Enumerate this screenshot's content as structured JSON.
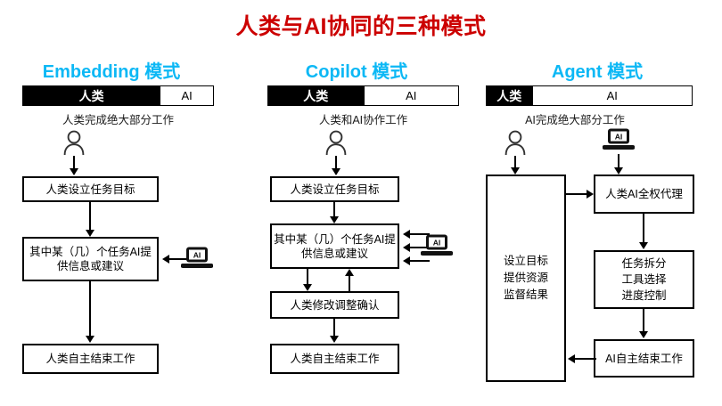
{
  "title": "人类与AI协同的三种模式",
  "colors": {
    "title": "#cc0000",
    "heading": "#0cb8f5",
    "ink": "#000000",
    "paper": "#ffffff"
  },
  "labels": {
    "human": "人类",
    "ai": "AI",
    "ai_icon": "AI"
  },
  "columns": [
    {
      "heading": "Embedding 模式",
      "bar": {
        "human_label": "人类",
        "ai_label": "AI",
        "human_pct": 72,
        "ai_pct": 28
      },
      "caption": "人类完成绝大部分工作",
      "steps": [
        "人类设立任务目标",
        "其中某（几）个任务AI提供信息或建议",
        "人类自主结束工作"
      ]
    },
    {
      "heading": "Copilot 模式",
      "bar": {
        "human_label": "人类",
        "ai_label": "AI",
        "human_pct": 50,
        "ai_pct": 50
      },
      "caption": "人类和AI协作工作",
      "steps": [
        "人类设立任务目标",
        "其中某（几）个任务AI提供信息或建议",
        "人类修改调整确认",
        "人类自主结束工作"
      ]
    },
    {
      "heading": "Agent 模式",
      "bar": {
        "human_label": "人类",
        "ai_label": "AI",
        "human_pct": 22,
        "ai_pct": 78
      },
      "caption": "AI完成绝大部分工作",
      "human_panel": "设立目标\n提供资源\n监督结果",
      "human_panel_lines": [
        "设立目标",
        "提供资源",
        "监督结果"
      ],
      "steps": [
        "人类AI全权代理",
        "任务拆分\n工具选择\n进度控制",
        "AI自主结束工作"
      ],
      "steps_lines": [
        [
          "人类AI全权代理"
        ],
        [
          "任务拆分",
          "工具选择",
          "进度控制"
        ],
        [
          "AI自主结束工作"
        ]
      ]
    }
  ]
}
